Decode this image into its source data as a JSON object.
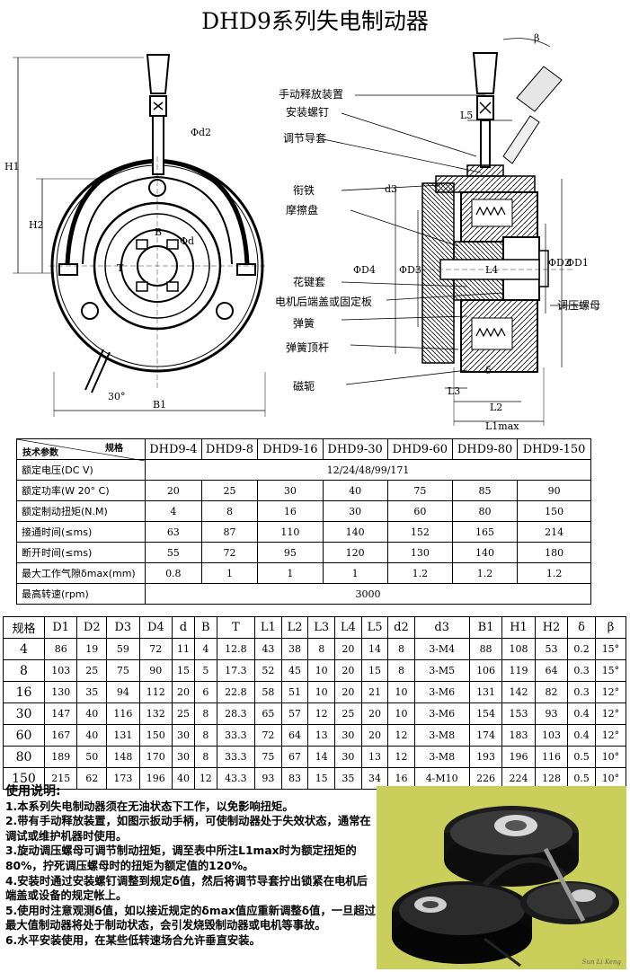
{
  "title": "DHD9系列失电制动器",
  "drawing": {
    "left": {
      "dims": {
        "H1": "H1",
        "H2": "H2",
        "phi_d2": "Φd2",
        "B": "B",
        "T": "T",
        "phi_d": "Φd",
        "angle": "30°",
        "B1": "B1"
      }
    },
    "right": {
      "callouts": [
        "手动释放装置",
        "安装螺钉",
        "调节导套",
        "衔铁",
        "摩擦盘",
        "花键套",
        "电机后端盖或固定板",
        "弹簧",
        "弹簧顶杆",
        "磁轭",
        "调压螺母"
      ],
      "dims": {
        "beta": "β",
        "L5": "L5",
        "d3": "d3",
        "phiD4": "ΦD4",
        "phiD3": "ΦD3",
        "L4": "L4",
        "phiD2": "ΦD2",
        "phiD1": "ΦD1",
        "delta": "δ",
        "L3": "L3",
        "L2": "L2",
        "L1max": "L1max"
      }
    }
  },
  "tech_table": {
    "header_top": "规格",
    "header_bottom": "技术参数",
    "models": [
      "DHD9-4",
      "DHD9-8",
      "DHD9-16",
      "DHD9-30",
      "DHD9-60",
      "DHD9-80",
      "DHD9-150"
    ],
    "rows": [
      {
        "name": "额定电压(DC V)",
        "merged": "12/24/48/99/171"
      },
      {
        "name": "额定功率(W 20° C)",
        "values": [
          "20",
          "25",
          "30",
          "40",
          "75",
          "85",
          "90"
        ]
      },
      {
        "name": "额定制动扭矩(N.M)",
        "values": [
          "4",
          "8",
          "16",
          "30",
          "60",
          "80",
          "150"
        ]
      },
      {
        "name": "接通时间(≤ms)",
        "values": [
          "63",
          "87",
          "110",
          "140",
          "152",
          "165",
          "214"
        ]
      },
      {
        "name": "断开时间(≤ms)",
        "values": [
          "55",
          "72",
          "95",
          "120",
          "130",
          "140",
          "180"
        ]
      },
      {
        "name": "最大工作气隙δmax(mm)",
        "values": [
          "0.8",
          "1",
          "1",
          "1",
          "1.2",
          "1.2",
          "1.2"
        ]
      },
      {
        "name": "最高转速(rpm)",
        "merged": "3000"
      }
    ]
  },
  "dim_table": {
    "headers": [
      "规格",
      "D1",
      "D2",
      "D3",
      "D4",
      "d",
      "B",
      "T",
      "L1",
      "L2",
      "L3",
      "L4",
      "L5",
      "d2",
      "d3",
      "B1",
      "H1",
      "H2",
      "δ",
      "β"
    ],
    "rows": [
      [
        "4",
        "86",
        "19",
        "59",
        "72",
        "11",
        "4",
        "12.8",
        "43",
        "38",
        "8",
        "20",
        "14",
        "8",
        "3-M4",
        "88",
        "108",
        "53",
        "0.2",
        "15°"
      ],
      [
        "8",
        "103",
        "25",
        "75",
        "90",
        "15",
        "5",
        "17.3",
        "52",
        "45",
        "10",
        "20",
        "15",
        "8",
        "3-M5",
        "106",
        "119",
        "64",
        "0.3",
        "15°"
      ],
      [
        "16",
        "130",
        "35",
        "94",
        "112",
        "20",
        "6",
        "22.8",
        "58",
        "51",
        "10",
        "20",
        "21",
        "10",
        "3-M6",
        "131",
        "142",
        "82",
        "0.3",
        "12°"
      ],
      [
        "30",
        "147",
        "40",
        "116",
        "132",
        "25",
        "8",
        "28.3",
        "65",
        "57",
        "12",
        "25",
        "20",
        "10",
        "3-M6",
        "154",
        "153",
        "93",
        "0.4",
        "12°"
      ],
      [
        "60",
        "167",
        "40",
        "131",
        "150",
        "30",
        "8",
        "33.3",
        "72",
        "64",
        "13",
        "30",
        "20",
        "12",
        "3-M8",
        "174",
        "183",
        "103",
        "0.4",
        "12°"
      ],
      [
        "80",
        "189",
        "50",
        "148",
        "170",
        "30",
        "8",
        "33.3",
        "75",
        "67",
        "14",
        "30",
        "13",
        "12",
        "3-M8",
        "193",
        "196",
        "116",
        "0.5",
        "10°"
      ],
      [
        "150",
        "215",
        "62",
        "173",
        "196",
        "40",
        "12",
        "43.3",
        "93",
        "83",
        "15",
        "35",
        "34",
        "16",
        "4-M10",
        "226",
        "224",
        "128",
        "0.5",
        "10°"
      ]
    ]
  },
  "notes": {
    "heading": "使用说明:",
    "items": [
      "1.本系列失电制动器须在无油状态下工作，以免影响扭矩。",
      "2.带有手动释放装置，如图示扳动手柄，可使制动器处于失效状态，通常在调试或维护机器时使用。",
      "3.旋动调压螺母可调节制动扭矩，调至表中所注L1max时为额定扭矩的80%，拧死调压螺母时的扭矩为额定值的120%。",
      "4.安装时通过安装螺钉调整到规定δ值，然后将调节导套拧出锁紧在电机后端盖或设备的规定帐上。",
      "5.使用时注意观测δ值，如以接近规定的δmax值应重新调整δ值，一旦超过最大值制动器将处于制动状态，会引发烧毁制动器或电机等事故。",
      "6.水平安装使用，在某些低转速场合允许垂直安装。"
    ]
  },
  "photo": {
    "credit": "Sun Li Keng"
  }
}
